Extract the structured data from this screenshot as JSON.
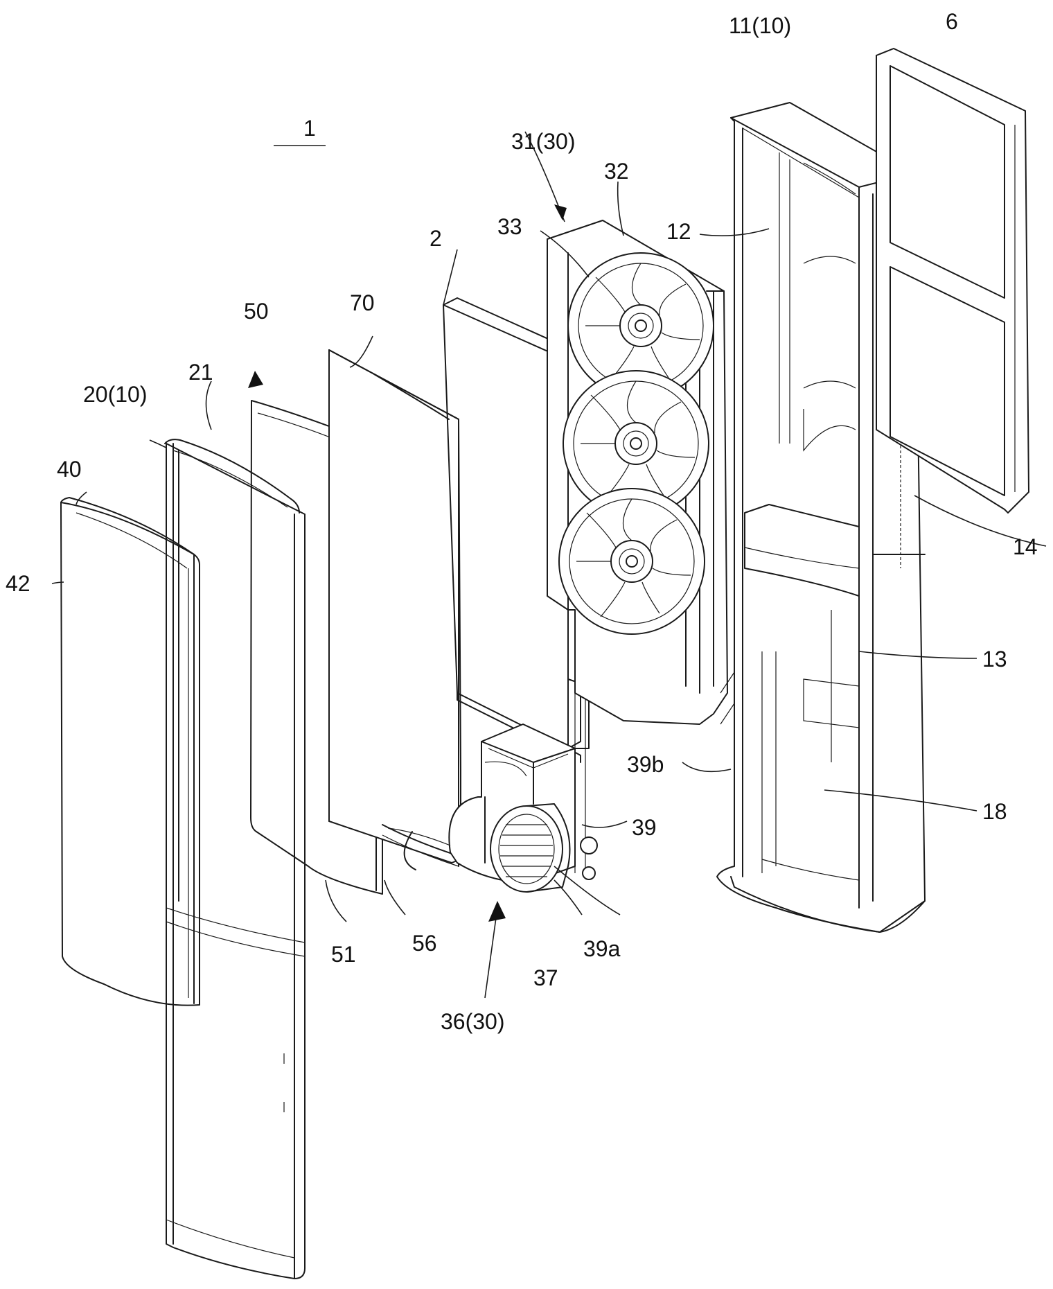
{
  "figure": {
    "labels": {
      "main": "1",
      "l2": "2",
      "l6": "6",
      "l11": "11(10)",
      "l12": "12",
      "l13": "13",
      "l14": "14",
      "l18": "18",
      "l20": "20(10)",
      "l21": "21",
      "l31": "31(30)",
      "l32": "32",
      "l33": "33",
      "l36": "36(30)",
      "l37": "37",
      "l39": "39",
      "l39a": "39a",
      "l39b": "39b",
      "l40": "40",
      "l42": "42",
      "l50": "50",
      "l51": "51",
      "l56": "56",
      "l70": "70"
    }
  }
}
